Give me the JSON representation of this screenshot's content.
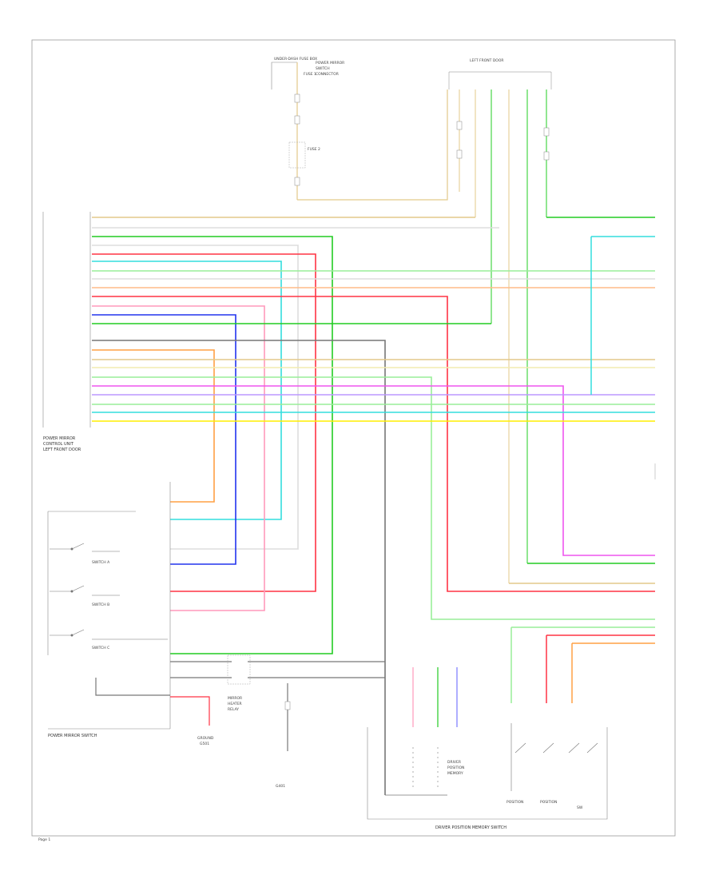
{
  "diagram": {
    "page_label": "Page 1",
    "colors": {
      "tan": "#e3c98a",
      "light_yellow": "#f2ecb0",
      "white_wire": "#dddddd",
      "green": "#22cc22",
      "light_green": "#99ee99",
      "pink": "#ff99bb",
      "red": "#ff3344",
      "cyan": "#33dddd",
      "orange": "#ffa044",
      "blue": "#2233ee",
      "gray": "#777777",
      "yellow": "#ffee00",
      "magenta": "#ee55ee"
    },
    "labels": {
      "top_left_a": "UNDER-DASH FUSE BOX",
      "top_left_b": "FUSE 1",
      "top_mid_a": "POWER MIRROR",
      "top_mid_b": "SWITCH",
      "top_mid_c": "CONNECTOR",
      "top_right": "LEFT FRONT DOOR",
      "fuse_c": "FUSE 2",
      "left_module_a": "POWER MIRROR",
      "left_module_b": "CONTROL UNIT",
      "left_module_c": "LEFT FRONT DOOR",
      "switch_1": "SWITCH A",
      "switch_2": "SWITCH B",
      "switch_3": "SWITCH C",
      "left_switch": "POWER MIRROR SWITCH",
      "ground_a": "GROUND",
      "ground_b": "G501",
      "ground_c": "G401",
      "center_box_a": "MIRROR",
      "center_box_b": "HEATER",
      "center_box_c": "RELAY",
      "mid_label_a": "DRIVER",
      "mid_label_b": "POSITION",
      "mid_label_c": "MEMORY",
      "right_bottom_a": "POSITION",
      "right_bottom_b": "POSITION",
      "right_bottom_c": "SW",
      "bottom_caption": "DRIVER POSITION MEMORY SWITCH"
    }
  }
}
